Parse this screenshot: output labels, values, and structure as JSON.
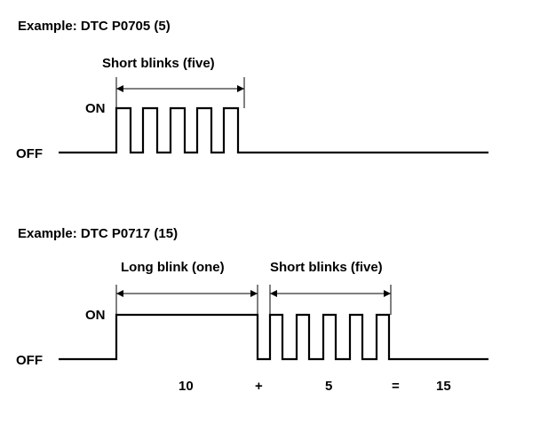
{
  "ex1": {
    "title": "Example: DTC P0705 (5)",
    "span_label": "Short blinks (five)",
    "on_label": "ON",
    "off_label": "OFF"
  },
  "ex2": {
    "title": "Example: DTC P0717 (15)",
    "long_label": "Long blink (one)",
    "short_label": "Short blinks (five)",
    "on_label": "ON",
    "off_label": "OFF",
    "eq_ten": "10",
    "eq_plus": "+",
    "eq_five": "5",
    "eq_equals": "=",
    "eq_total": "15"
  }
}
